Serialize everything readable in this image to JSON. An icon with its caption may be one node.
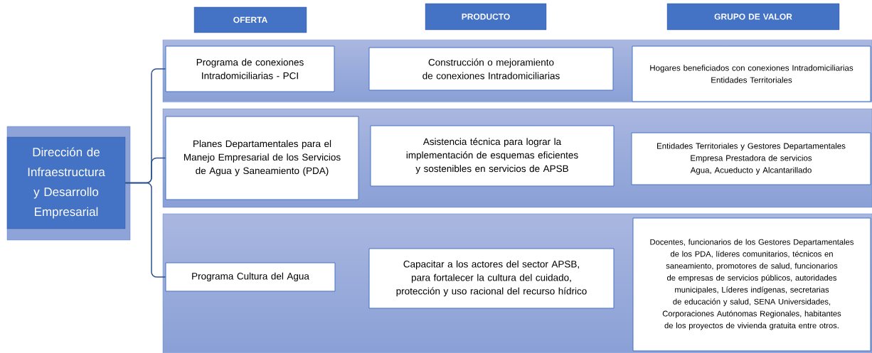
{
  "diagram": {
    "nodes": [
      {
        "text": [
          "OFERTA"
        ]
      },
      {
        "text": [
          "PRODUCTO"
        ]
      },
      {
        "text": [
          "GRUPO DE VALOR"
        ]
      },
      {
        "text": [
          "Dirección de Infraestructura y Desarrollo Empresarial"
        ]
      },
      {
        "text": [],
        "shape": "box"
      },
      {
        "text": [
          "Programa de conexiones Intradomiciliarias - PCI"
        ],
        "in": 4
      },
      {
        "text": [
          "Construcción o mejoramiento de conexiones Intradomiciliarias"
        ],
        "in": 4
      },
      {
        "text": [
          "Hogares beneficiados con conexiones Intradomiciliarias",
          "Entidades Territoriales"
        ],
        "in": 4
      },
      {
        "text": [],
        "shape": "box"
      },
      {
        "text": [
          "Planes Departamentales para el Manejo Empresarial de los Servicios de Agua y Saneamiento (PDA)"
        ],
        "in": 8
      },
      {
        "text": [
          "Asistencia técnica para lograr la implementación de esquemas eficientes y sostenibles en servicios de APSB"
        ],
        "in": 8
      },
      {
        "text": [
          "Entidades Territoriales y Gestores Departamentales",
          "Empresa Prestadora de servicios Agua, Acueducto y Alcantarillado"
        ],
        "in": 8
      },
      {
        "text": [],
        "shape": "box"
      },
      {
        "text": [
          "Programa Cultura del Agua"
        ],
        "in": 12
      },
      {
        "text": [
          "Capacitar a los actores del sector APSB, para fortalecer la cultura del cuidado, protección y uso racional del recurso hídrico"
        ],
        "in": 12
      },
      {
        "text": [
          "Docentes, funcionarios de los Gestores Departamentales de los PDA, líderes comunitarios, técnicos en saneamiento, promotores de salud, funcionarios de empresas de servicios públicos, autoridades municipales, Líderes indígenas, secretarias de educación y salud, SENA Universidades, Corporaciones Autónomas Regionales, habitantes de los proyectos de vivienda gratuita entre otros."
        ],
        "in": 12
      }
    ],
    "edges": [
      {
        "from": 3,
        "to": 5,
        "arrow": "none"
      },
      {
        "from": 3,
        "to": 9,
        "arrow": "none"
      },
      {
        "from": 3,
        "to": 13,
        "arrow": "none"
      }
    ]
  }
}
